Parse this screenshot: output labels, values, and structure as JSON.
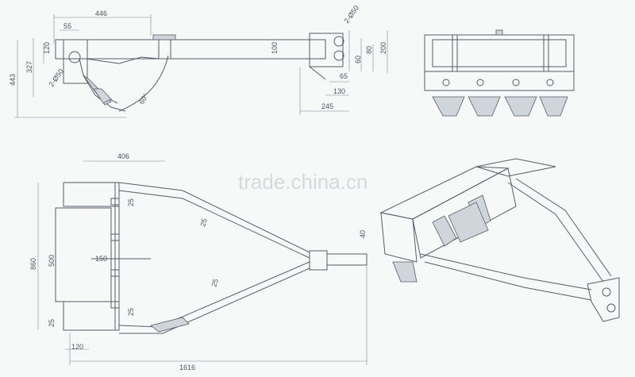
{
  "watermark": "trade.china.cn",
  "side_view": {
    "dims": {
      "d446": "446",
      "d55": "55",
      "d120": "120",
      "d327": "327",
      "d443": "443",
      "hole_left": "2-Ø50",
      "d100": "100",
      "angle": "60°",
      "hole_right": "2-Ø50",
      "d200": "200",
      "d80": "80",
      "d60": "60",
      "d65": "65",
      "d130": "130",
      "d245": "245"
    }
  },
  "plan_view": {
    "dims": {
      "d406": "406",
      "d25_top": "25",
      "d860": "860",
      "d500": "500",
      "d150": "150",
      "d25_mid": "25",
      "d25_left": "25",
      "d120": "120",
      "d1616": "1616",
      "d40": "40",
      "arm_top": "25",
      "arm_bottom": "25"
    }
  }
}
